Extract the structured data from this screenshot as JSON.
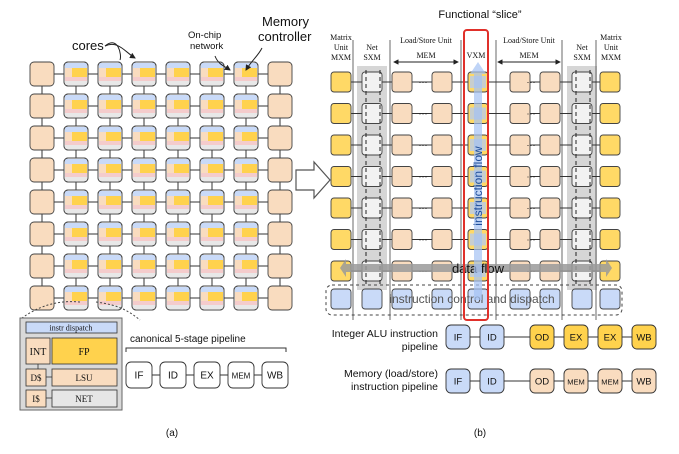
{
  "labels": {
    "cores": "cores",
    "on_chip_network": "On-chip network",
    "memory_controller": "Memory controller",
    "functional_slice": "Functional “slice”",
    "instr_dispatch": "instr dispatch",
    "int": "INT",
    "fp": "FP",
    "dcache": "D$",
    "lsu": "LSU",
    "icache": "I$",
    "net": "NET",
    "canonical_pipeline": "canonical 5-stage pipeline",
    "instruction_flow": "instruction flow",
    "data_flow": "data flow",
    "instruction_control": "instruction control and dispatch",
    "int_alu_pipeline": "Integer ALU instruction pipeline",
    "memory_pipeline": "Memory (load/store) instruction pipeline",
    "caption_a": "(a)",
    "caption_b": "(b)",
    "ellipsis": "···"
  },
  "column_headers": {
    "matrix_left": [
      "Matrix",
      "Unit",
      "MXM"
    ],
    "net_left": [
      "Net",
      "SXM"
    ],
    "mem_left": [
      "Load/Store Unit",
      "MEM"
    ],
    "vxm": "VXM",
    "mem_right": [
      "Load/Store Unit",
      "MEM"
    ],
    "net_right": [
      "Net",
      "SXM"
    ],
    "matrix_right": [
      "Matrix",
      "Unit",
      "MXM"
    ]
  },
  "canonical_stages": [
    "IF",
    "ID",
    "EX",
    "MEM",
    "WB"
  ],
  "int_alu_stages": [
    "IF",
    "ID",
    "OD",
    "EX",
    "EX",
    "WB"
  ],
  "memory_stages": [
    "IF",
    "ID",
    "OD",
    "MEM",
    "MEM",
    "WB"
  ],
  "colors": {
    "peach": "#f9dcbf",
    "yellow": "#ffd966",
    "fp_yellow": "#ffd24d",
    "blue": "#c9daf8",
    "pink": "#f4cccc",
    "gray_panel": "#c9c9c9",
    "red_outline": "#e0302a",
    "tile_blue": "#a4c2f4",
    "dark_blue": "#1f4e9a"
  }
}
